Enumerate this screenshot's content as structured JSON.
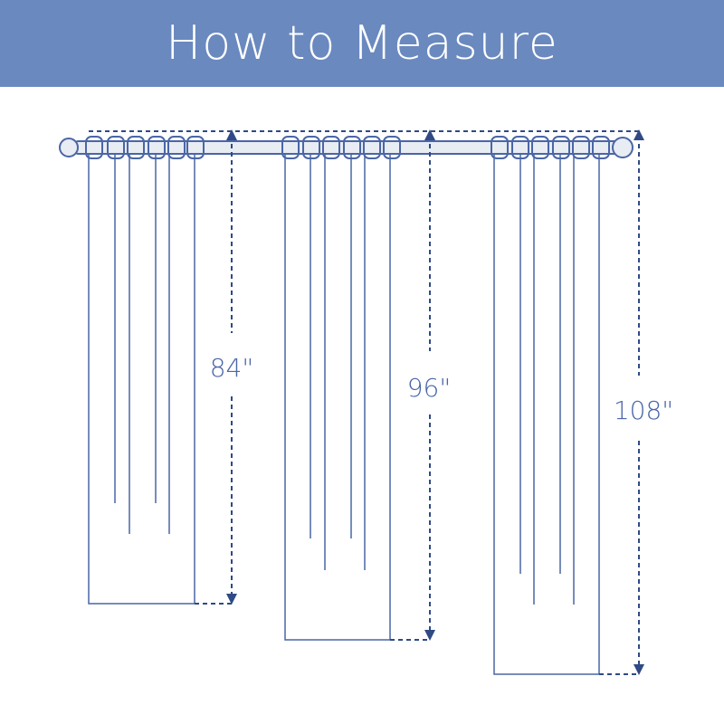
{
  "header": {
    "title": "How to Measure"
  },
  "measurements": [
    {
      "label": "84\""
    },
    {
      "label": "96\""
    },
    {
      "label": "108\""
    }
  ],
  "colors": {
    "banner": "#6a89bf",
    "line": "#4a66a6",
    "dark": "#2f4a85",
    "rod_fill": "#e8ecf3"
  }
}
